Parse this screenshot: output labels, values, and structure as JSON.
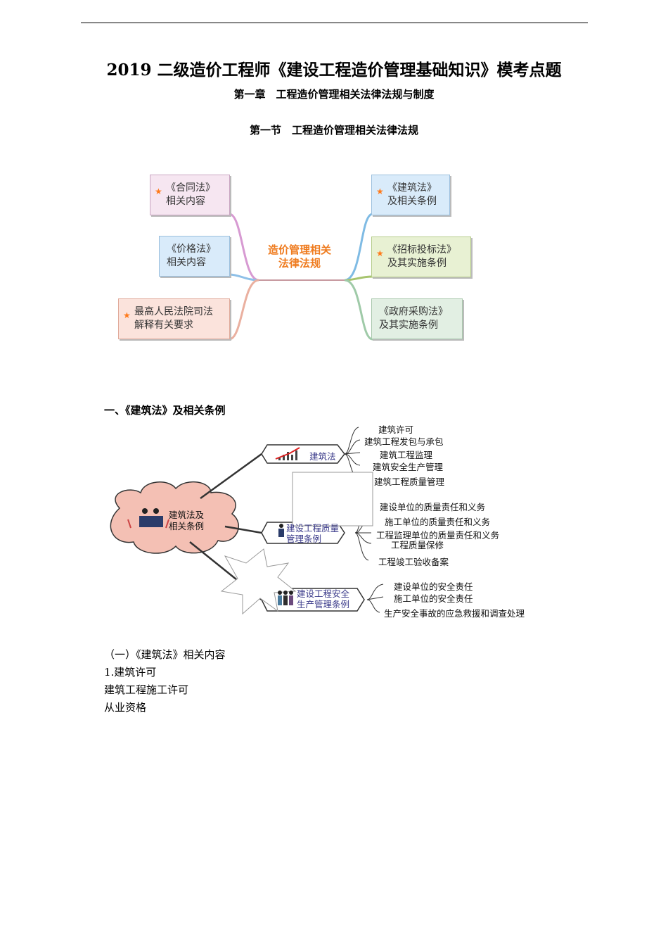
{
  "header": {
    "title": "2019 二级造价工程师《建设工程造价管理基础知识》模考点题",
    "chapter": "第一章　工程造价管理相关法律法规与制度",
    "section": "第一节　工程造价管理相关法律法规"
  },
  "mindmap1": {
    "center": [
      "造价管理相关",
      "法律法规"
    ],
    "left_nodes": [
      {
        "text": "《合同法》\n相关内容",
        "starred": true,
        "bg": "#f6e6f1",
        "border": "#c9a6c2"
      },
      {
        "text": "《价格法》\n相关内容",
        "starred": false,
        "bg": "#d9ebfa",
        "border": "#9cc0de"
      },
      {
        "text": "最高人民法院司法\n解释有关要求",
        "starred": true,
        "bg": "#fbe3dc",
        "border": "#e0aa9a"
      }
    ],
    "right_nodes": [
      {
        "text": "《建筑法》\n及相关条例",
        "starred": true,
        "bg": "#d9ebfa",
        "border": "#9cc0de"
      },
      {
        "text": "《招标投标法》\n及其实施条例",
        "starred": true,
        "bg": "#e8f1d3",
        "border": "#b6cc8c"
      },
      {
        "text": "《政府采购法》\n及其实施条例",
        "starred": false,
        "bg": "#e2efe3",
        "border": "#a9c8ad"
      }
    ]
  },
  "section1_heading": "一、《建筑法》及相关条例",
  "mindmap2": {
    "root": [
      "建筑法及",
      "相关条例"
    ],
    "branch1": {
      "label": "建筑法",
      "leaves": [
        "建筑许可",
        "建筑工程发包与承包",
        "建筑工程监理",
        "建筑安全生产管理",
        "建筑工程质量管理"
      ]
    },
    "branch2": {
      "label": [
        "建设工程质量",
        "管理条例"
      ],
      "leaves": [
        "建设单位的质量责任和义务",
        "施工单位的质量责任和义务",
        "工程监理单位的质量责任和义务",
        "工程质量保修",
        "工程竣工验收备案"
      ]
    },
    "branch3": {
      "label": [
        "建设工程安全",
        "生产管理条例"
      ],
      "leaves": [
        "建设单位的安全责任",
        "施工单位的安全责任",
        "生产安全事故的应急救援和调查处理"
      ]
    }
  },
  "body": {
    "subheading": "（一）《建筑法》相关内容",
    "item1": "1.建筑许可",
    "line2": "建筑工程施工许可",
    "line3": "从业资格"
  }
}
